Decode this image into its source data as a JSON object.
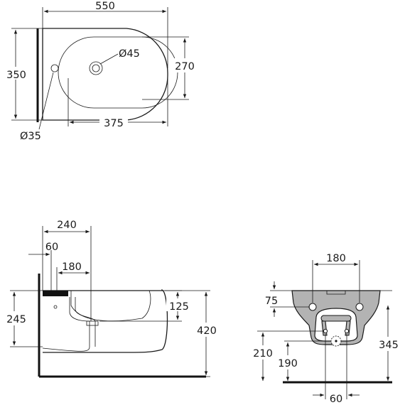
{
  "top_view": {
    "width_label": "550",
    "height_label": "350",
    "bowl_height_label": "270",
    "bowl_width_label": "375",
    "tap_hole_label": "Ø45",
    "fixing_hole_label": "Ø35"
  },
  "side_view": {
    "depth_to_tap_label": "240",
    "fixing_offset_label": "60",
    "waste_offset_label": "180",
    "rim_depth_label": "125",
    "height_total_label": "420",
    "fixing_height_label": "245"
  },
  "rear_view": {
    "fixing_spacing_label": "180",
    "top_to_fixing_label": "75",
    "waste_height_label": "210",
    "supply_height_label": "190",
    "overall_height_label": "345",
    "bottom_spacing_label": "60"
  },
  "colors": {
    "line": "#1a1a1a",
    "ceramic_section": "#b3b3b3",
    "background": "#ffffff"
  }
}
